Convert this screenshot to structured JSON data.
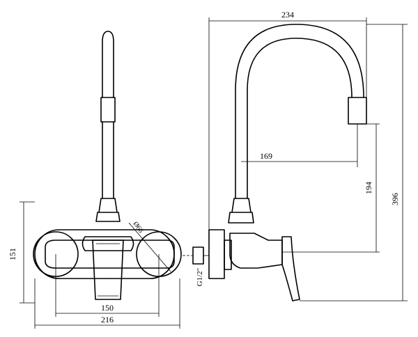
{
  "dimensions": {
    "overall_width": "234",
    "spout_reach": "169",
    "spout_height": "194",
    "overall_height": "396",
    "body_height": "151",
    "inlet_spacing": "150",
    "cover_span": "216",
    "escutcheon_diameter": "Ø66",
    "thread": "G1/2\""
  }
}
